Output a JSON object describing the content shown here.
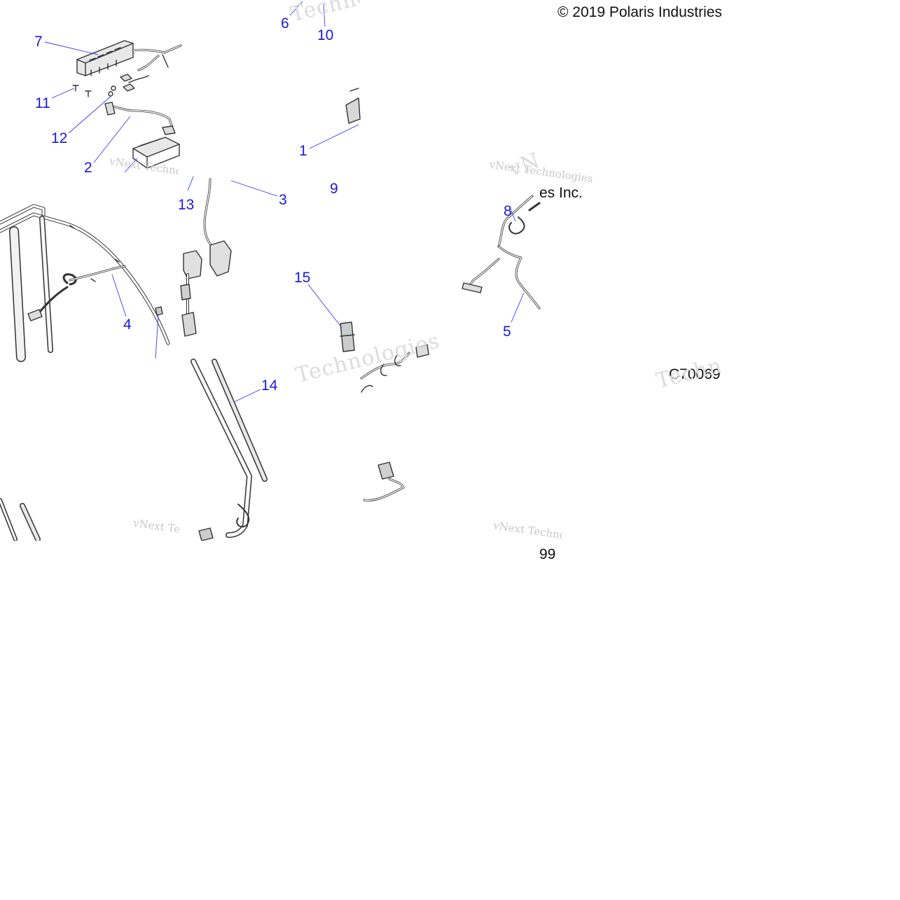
{
  "copyright": "© 2019 Polaris Industries",
  "company_fragment": "es Inc.",
  "drawing_code": "C70069",
  "page_fragment": "99",
  "watermark": {
    "brand": "vNext Technologies",
    "short": "vNext",
    "word": "Technologies"
  },
  "callouts": [
    {
      "id": "1",
      "label": "1"
    },
    {
      "id": "2",
      "label": "2"
    },
    {
      "id": "3",
      "label": "3"
    },
    {
      "id": "4",
      "label": "4"
    },
    {
      "id": "5",
      "label": "5"
    },
    {
      "id": "6",
      "label": "6"
    },
    {
      "id": "7",
      "label": "7"
    },
    {
      "id": "8",
      "label": "8"
    },
    {
      "id": "9",
      "label": "9"
    },
    {
      "id": "10",
      "label": "10"
    },
    {
      "id": "11",
      "label": "11"
    },
    {
      "id": "12",
      "label": "12"
    },
    {
      "id": "13",
      "label": "13"
    },
    {
      "id": "14",
      "label": "14"
    },
    {
      "id": "15",
      "label": "15"
    }
  ],
  "colors": {
    "callout": "#1a1ad6",
    "leader": "#3a3aff",
    "part_line": "#333333",
    "watermark": "#c8c8c8"
  }
}
